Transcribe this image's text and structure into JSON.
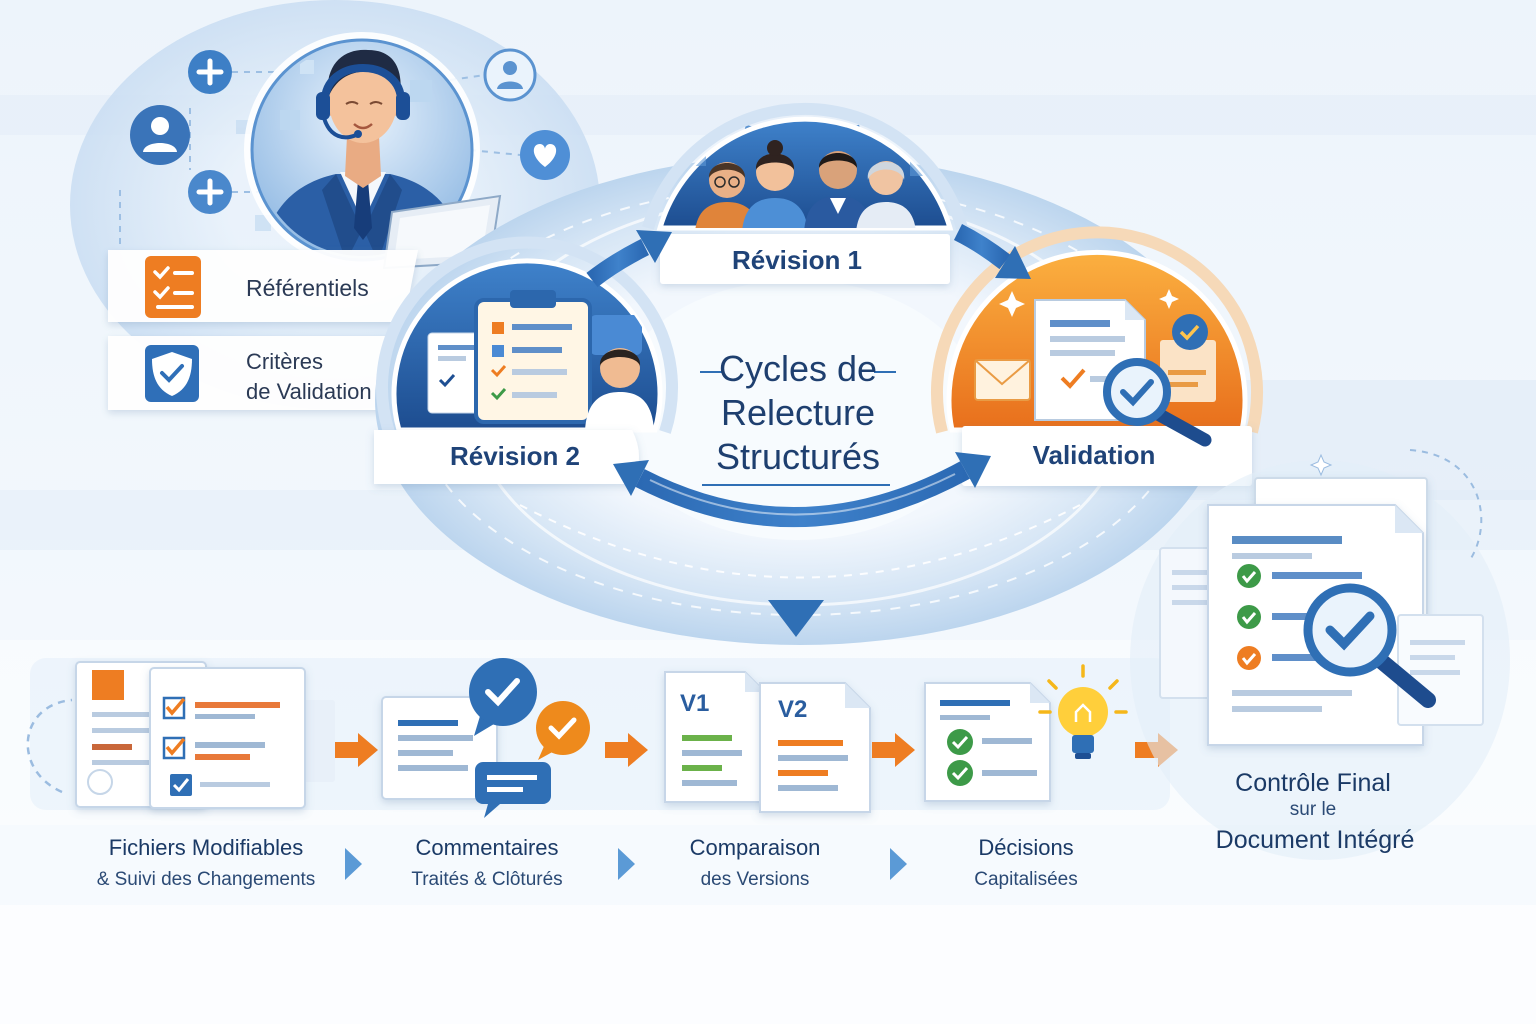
{
  "colors": {
    "primary_blue": "#2f6fb5",
    "dark_blue": "#1e4f93",
    "accent_orange": "#ee7d22",
    "validation_orange": "#ee8a1c",
    "success_green": "#3d9a48",
    "text_navy": "#1e3a63"
  },
  "top_panel": {
    "network_icons": [
      "plus-icon",
      "user-icon",
      "plus-icon",
      "user-icon",
      "heart-icon"
    ],
    "portrait_icon": "support-agent-icon",
    "cards": [
      {
        "icon": "checklist-icon",
        "lines": [
          "Référentiels"
        ]
      },
      {
        "icon": "shield-check-icon",
        "lines": [
          "Critères",
          "de Validation"
        ]
      }
    ]
  },
  "cycle": {
    "title_lines": [
      "Cycles de",
      "Relecture",
      "Structurés"
    ],
    "stages": [
      {
        "icon": "team-icon",
        "label": "Révision 1"
      },
      {
        "icon": "clipboard-checklist-icon",
        "label": "Révision 2"
      },
      {
        "icon": "document-magnifier-check-icon",
        "label": "Validation"
      }
    ]
  },
  "steps": [
    {
      "icon": "tracked-changes-document-icon",
      "title": "Fichiers Modifiables",
      "subtitle": "& Suivi des Changements"
    },
    {
      "icon": "comment-check-icon",
      "title": "Commentaires",
      "subtitle": "Traités & Clôturés"
    },
    {
      "icon": "version-compare-icon",
      "title": "Comparaison",
      "subtitle": "des Versions",
      "version_tags": [
        "V1",
        "V2"
      ]
    },
    {
      "icon": "lightbulb-check-icon",
      "title": "Décisions",
      "subtitle": "Capitalisées"
    }
  ],
  "final": {
    "icon": "document-magnifier-check-icon",
    "lines": [
      "Contrôle Final",
      "sur le",
      "Document Intégré"
    ]
  }
}
